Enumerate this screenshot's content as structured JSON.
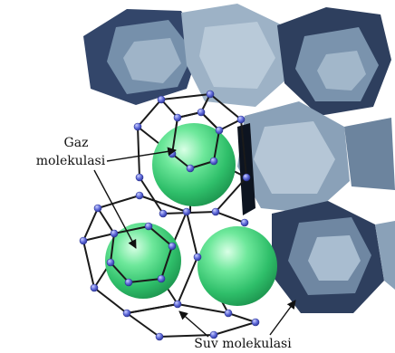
{
  "labels": {
    "gas_line1": "Gaz",
    "gas_line2": "molekulasi",
    "water": "Suv molekulasi"
  },
  "colors": {
    "polyhedron_dark": "#2e3f5e",
    "polyhedron_mid": "#6f87a2",
    "polyhedron_light": "#a9bdd0",
    "polyhedron_lighter": "#c3d2e0",
    "cage_line": "#1a1a1a",
    "water_node": "#5c67d8",
    "gas_sphere": "#3fd27c",
    "text": "#111111"
  }
}
